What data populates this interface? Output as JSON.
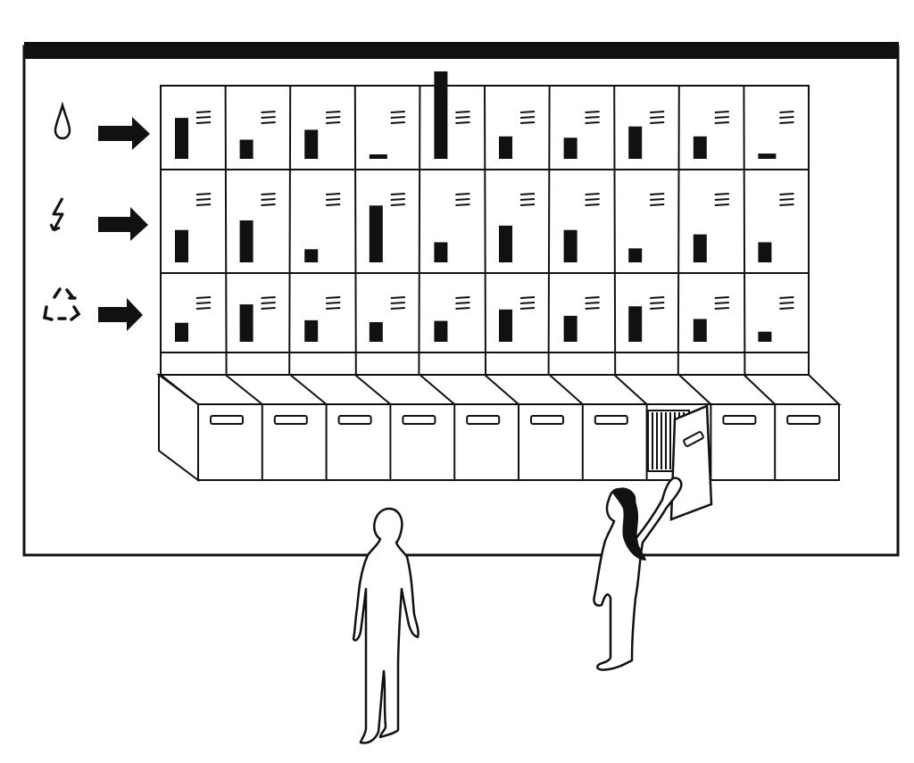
{
  "rows": [
    {
      "icon": "water-drop-icon",
      "levels": [
        0.62,
        0.29,
        0.44,
        0.05,
        1.0,
        0.34,
        0.32,
        0.49,
        0.34,
        0.08
      ]
    },
    {
      "icon": "electricity-bolt-icon",
      "levels": [
        0.37,
        0.48,
        0.15,
        0.65,
        0.23,
        0.42,
        0.37,
        0.16,
        0.32,
        0.23
      ]
    },
    {
      "icon": "recycling-icon",
      "levels": [
        0.3,
        0.59,
        0.34,
        0.31,
        0.33,
        0.51,
        0.41,
        0.56,
        0.36,
        0.16
      ]
    }
  ],
  "columns": 10,
  "open_drawer_column": 8,
  "colors": {
    "ink": "#111111",
    "paper": "#ffffff"
  }
}
